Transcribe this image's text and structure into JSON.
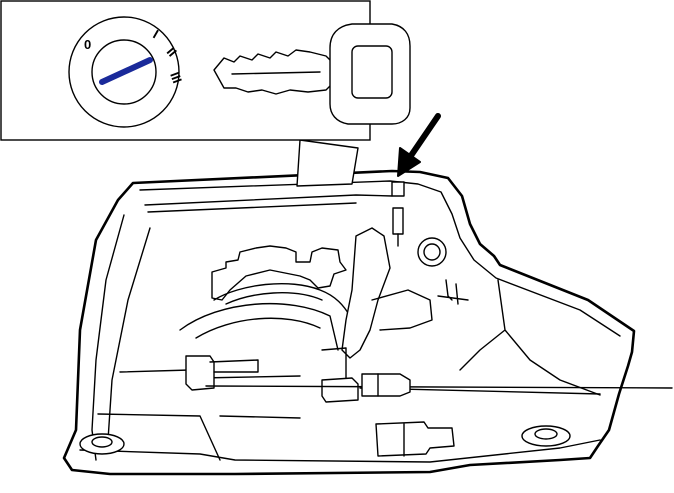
{
  "figure": {
    "inset": {
      "ignition_positions": [
        "0",
        "I",
        "II",
        "III"
      ],
      "key_pointer_color": "#1a2a9a",
      "icons": [
        "ignition-switch-icon",
        "ignition-key-icon"
      ]
    },
    "callout": {
      "icon": "callout-arrow-icon"
    },
    "assembly": {
      "icon": "shifter-assembly-icon"
    },
    "colors": {
      "line": "#000000",
      "background": "#ffffff",
      "key_pointer": "#1a2a9a"
    }
  }
}
